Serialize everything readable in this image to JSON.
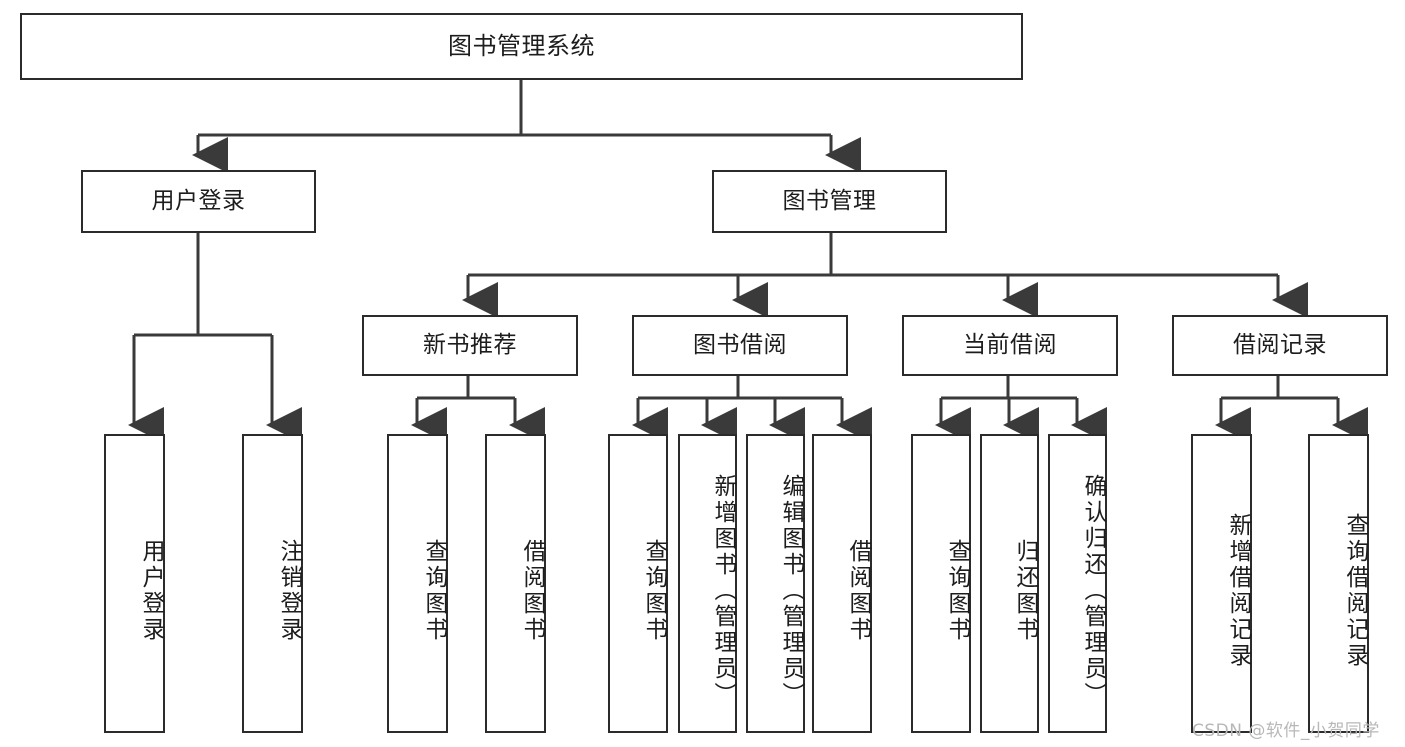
{
  "diagram": {
    "title": "图书管理系统",
    "type": "tree-hierarchy",
    "orientation": "top-down",
    "colors": {
      "box_border": "#2b2b2b",
      "box_fill": "#ffffff",
      "edge": "#3a3a3a",
      "text": "#1d1d1d",
      "watermark": "#b8b8b8"
    },
    "nodes": {
      "root": {
        "label": "图书管理系统"
      },
      "level1": [
        {
          "label": "用户登录"
        },
        {
          "label": "图书管理"
        }
      ],
      "level2": [
        {
          "label": "新书推荐"
        },
        {
          "label": "图书借阅"
        },
        {
          "label": "当前借阅"
        },
        {
          "label": "借阅记录"
        }
      ],
      "leaves": {
        "user_login": [
          {
            "label": "用户登录"
          },
          {
            "label": "注销登录"
          }
        ],
        "new_book_recommend": [
          {
            "label": "查询图书"
          },
          {
            "label": "借阅图书"
          }
        ],
        "book_borrow": [
          {
            "label": "查询图书"
          },
          {
            "label": "新增图书（管理员）"
          },
          {
            "label": "编辑图书（管理员）"
          },
          {
            "label": "借阅图书"
          }
        ],
        "current_borrow": [
          {
            "label": "查询图书"
          },
          {
            "label": "归还图书"
          },
          {
            "label": "确认归还（管理员）"
          }
        ],
        "borrow_record": [
          {
            "label": "新增借阅记录"
          },
          {
            "label": "查询借阅记录"
          }
        ]
      }
    }
  },
  "watermark": {
    "text": "CSDN @软件_小贺同学"
  }
}
